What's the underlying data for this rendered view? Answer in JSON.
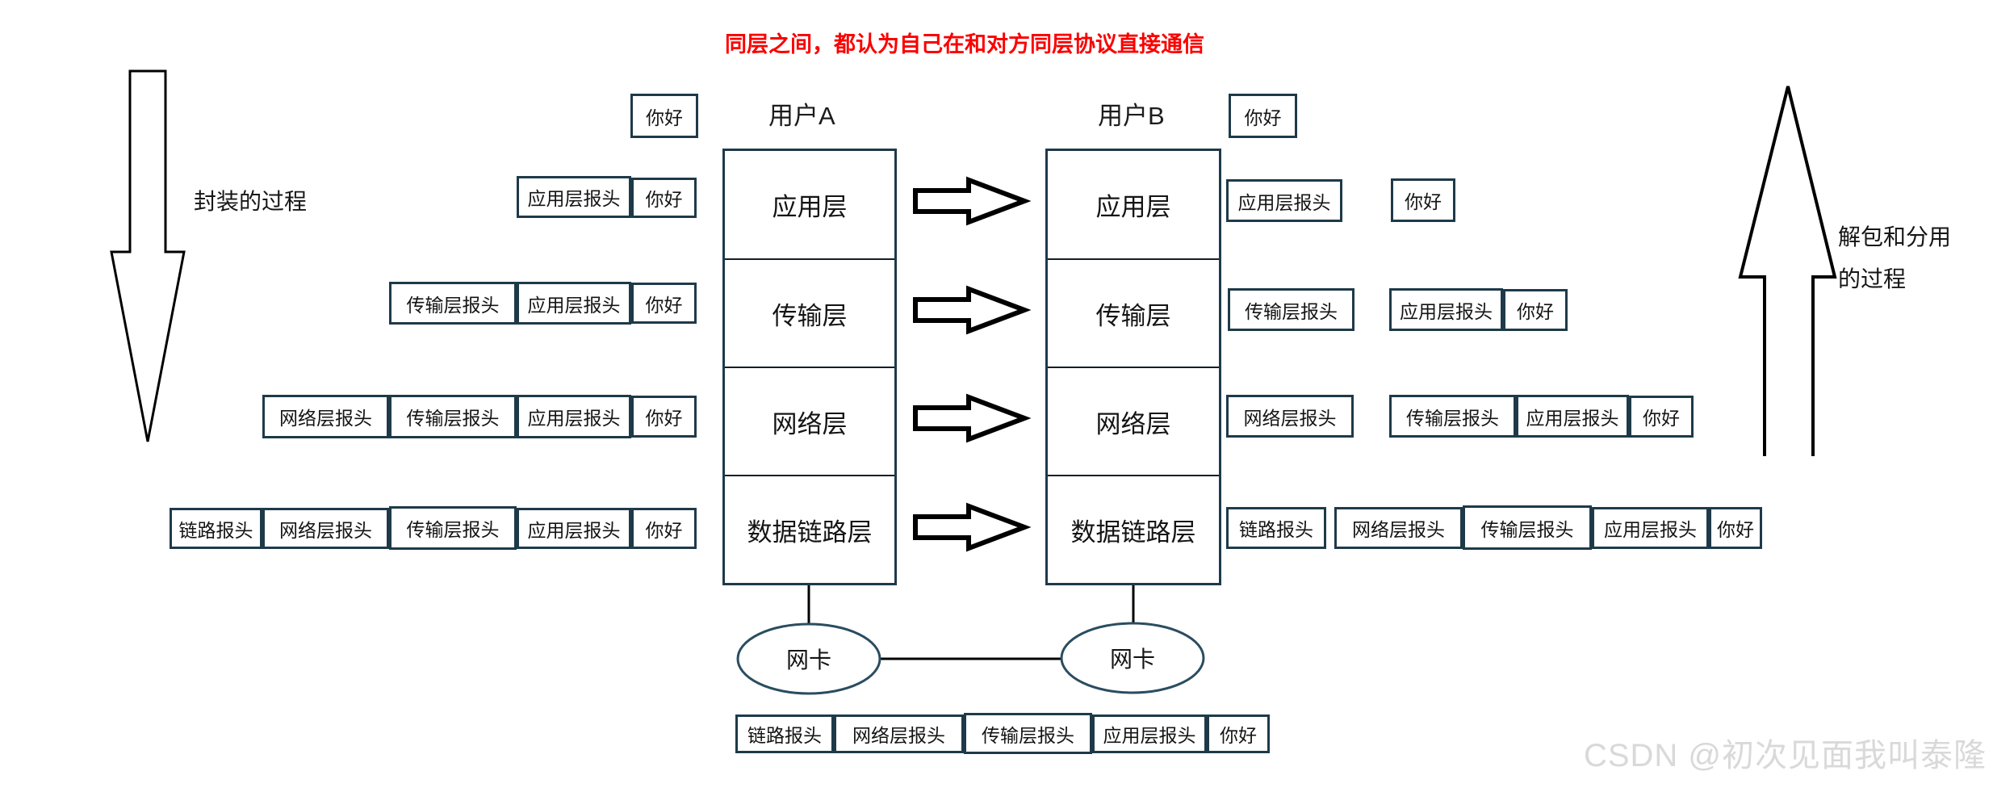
{
  "title": {
    "text": "同层之间，都认为自己在和对方同层协议直接通信",
    "color": "#fb0000"
  },
  "process": {
    "encapsulate": "封装的过程",
    "decapsulate_line1": "解包和分用",
    "decapsulate_line2": "的过程"
  },
  "users": {
    "a": "用户A",
    "b": "用户B"
  },
  "layers": [
    "应用层",
    "传输层",
    "网络层",
    "数据链路层"
  ],
  "boxes": {
    "hello": "你好",
    "app_header": "应用层报头",
    "transport_header": "传输层报头",
    "network_header": "网络层报头",
    "link_header": "链路报头",
    "nic": "网卡"
  },
  "watermark": {
    "text": "CSDN @初次见面我叫泰隆"
  },
  "colors": {
    "box_border": "#1e3a49",
    "ellipse_border": "#2a4d60",
    "arrow": "#000000",
    "title_red": "#fb0000",
    "watermark": "#d9d9d9"
  }
}
